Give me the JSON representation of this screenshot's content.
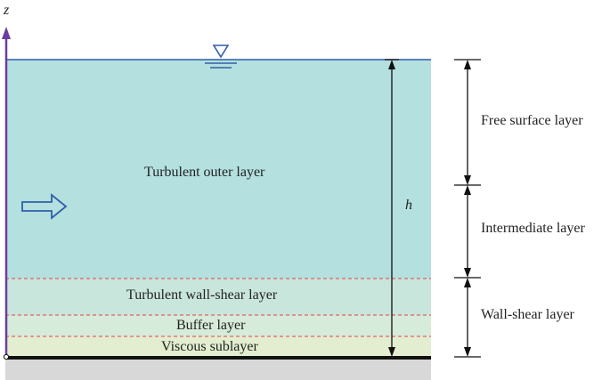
{
  "axis": {
    "label": "z"
  },
  "water_layers": [
    {
      "name": "Turbulent outer layer"
    },
    {
      "name": "Turbulent wall-shear layer"
    },
    {
      "name": "Buffer layer"
    },
    {
      "name": "Viscous sublayer"
    }
  ],
  "depth_label": "h",
  "regions": [
    {
      "name": "Free surface layer"
    },
    {
      "name": "Intermediate layer"
    },
    {
      "name": "Wall-shear layer"
    }
  ],
  "colors": {
    "water": "#b4e0df",
    "wall_shear_zone": "#c9e6dd",
    "buffer_zone": "#d6ebd9",
    "viscous_zone": "#e2eecf",
    "ground": "#d8d8d8",
    "axis": "#6a3ea0",
    "surface_line": "#2f5fa8",
    "flow_arrow": "#2f5fa8",
    "dashed_line": "#e0414a"
  },
  "icons": {
    "surface_marker": "water-surface-triangle-icon",
    "flow": "flow-direction-arrow-icon"
  }
}
